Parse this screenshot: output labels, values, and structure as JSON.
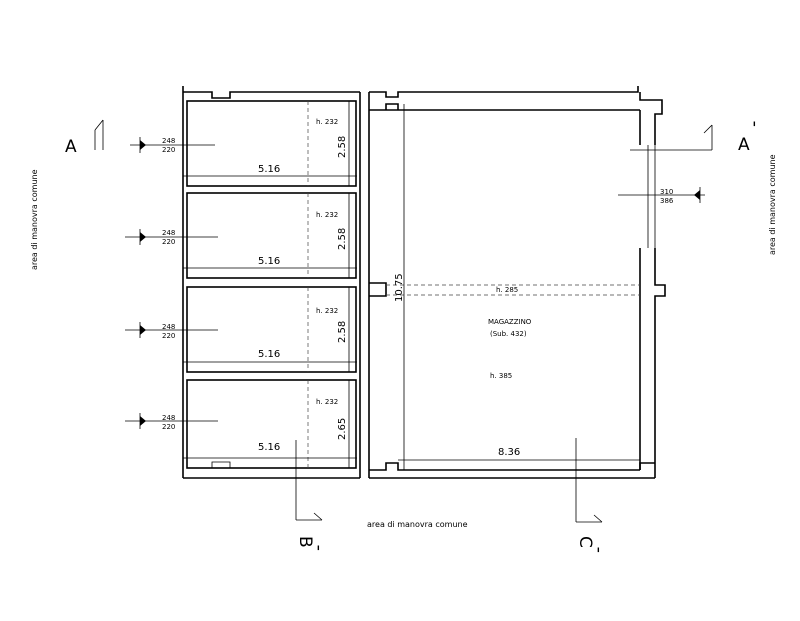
{
  "side_labels": {
    "left": "area di manovra comune",
    "right": "area di manovra comune",
    "bottom": "area di manovra comune"
  },
  "sections": {
    "a_left": "A",
    "a_right": "A",
    "a_right_prime": "'",
    "b": "B",
    "b_prime": "'",
    "c": "C",
    "c_prime": "'"
  },
  "boxes": [
    {
      "window": [
        "248",
        "220"
      ],
      "height": "h. 232",
      "depth": "2.58",
      "width": "5.16"
    },
    {
      "window": [
        "248",
        "220"
      ],
      "height": "h. 232",
      "depth": "2.58",
      "width": "5.16"
    },
    {
      "window": [
        "248",
        "220"
      ],
      "height": "h. 232",
      "depth": "2.58",
      "width": "5.16"
    },
    {
      "window": [
        "248",
        "220"
      ],
      "height": "h. 232",
      "depth": "2.65",
      "width": "5.16"
    }
  ],
  "warehouse": {
    "name": "MAGAZZINO",
    "sub": "(Sub. 432)",
    "height_main": "h. 385",
    "height_beam": "h. 285",
    "width": "8.36",
    "depth": "10.75",
    "window": [
      "310",
      "386"
    ]
  }
}
